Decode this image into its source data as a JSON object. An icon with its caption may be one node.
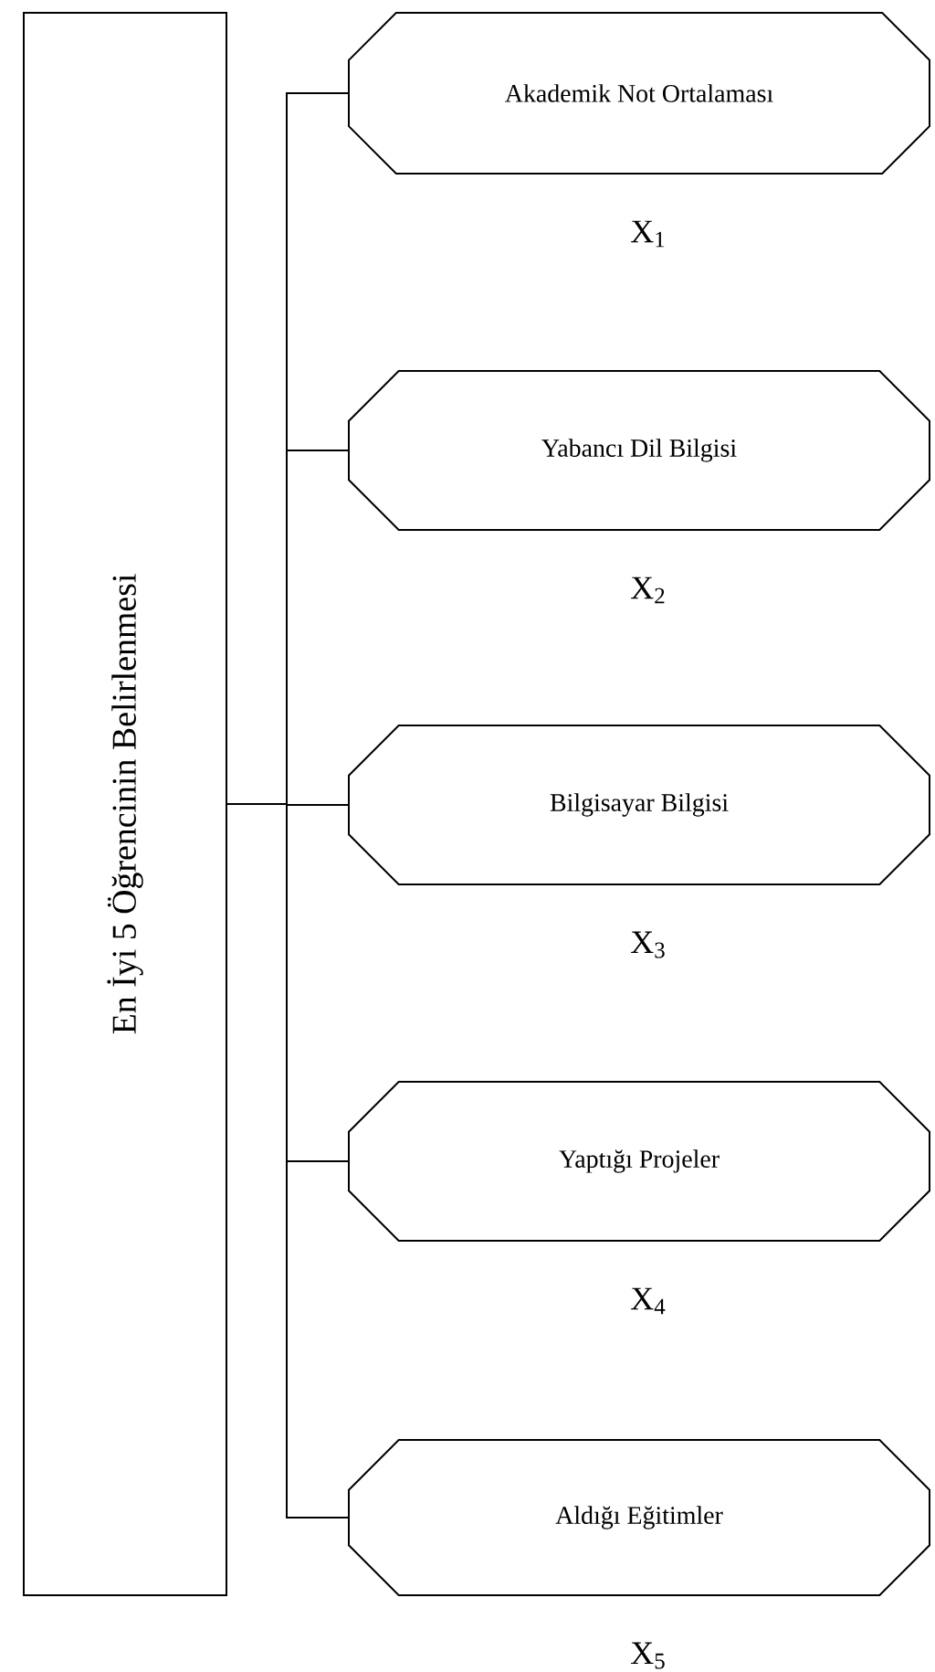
{
  "diagram": {
    "nodes": [
      {
        "text": [
          "En İyi 5 Öğrencinin Belirlenmesi"
        ]
      },
      {
        "text": [
          "Akademik Not Ortalaması"
        ],
        "beside": [
          "X$_{1}$"
        ]
      },
      {
        "text": [
          "Yabancı Dil Bilgisi"
        ],
        "beside": [
          "X$_{2}$"
        ]
      },
      {
        "text": [
          "Bilgisayar Bilgisi"
        ],
        "beside": [
          "X$_{3}$"
        ]
      },
      {
        "text": [
          "Yaptığı Projeler"
        ],
        "beside": [
          "X$_{4}$"
        ]
      },
      {
        "text": [
          "Aldığı Eğitimler"
        ],
        "beside": [
          "X$_{5}$"
        ]
      }
    ],
    "edges": [
      {
        "from": 0,
        "to": 1,
        "arrow": "none"
      },
      {
        "from": 0,
        "to": 2,
        "arrow": "none"
      },
      {
        "from": 0,
        "to": 3,
        "arrow": "none"
      },
      {
        "from": 0,
        "to": 4,
        "arrow": "none"
      },
      {
        "from": 0,
        "to": 5,
        "arrow": "none"
      }
    ]
  }
}
